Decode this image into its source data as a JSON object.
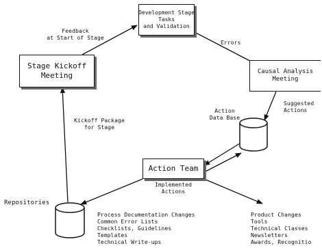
{
  "boxes": {
    "dev_stage": {
      "line1": "Development Stage",
      "line2": "Tasks",
      "line3": "and Validation"
    },
    "kickoff": {
      "line1": "Stage Kickoff",
      "line2": "Meeting"
    },
    "causal": {
      "line1": "Causal Analysis",
      "line2": "Meeting"
    },
    "action_team": {
      "label": "Action Team"
    }
  },
  "databases": {
    "action_db": {
      "line1": "Action",
      "line2": "Data Base"
    },
    "repositories": {
      "label": "Repositories"
    }
  },
  "flows": {
    "feedback": {
      "line1": "Feedback",
      "line2": "at Start of Stage"
    },
    "errors": "Errors",
    "suggested": {
      "line1": "Suggested",
      "line2": "Actions"
    },
    "kickoff_package": {
      "line1": "Kickoff Package",
      "line2": "for Stage"
    },
    "implemented": {
      "line1": "Implemented",
      "line2": "Actions"
    }
  },
  "lists": {
    "repository_items": [
      "Process Documentation Changes",
      "Common Error Lists",
      "Checklists, Guidelines",
      "Templates",
      "Technical Write-ups"
    ],
    "output_items": [
      "Product Changes",
      "Tools",
      "Technical Classes",
      "Newsletters",
      "Awards, Recognitio"
    ]
  }
}
